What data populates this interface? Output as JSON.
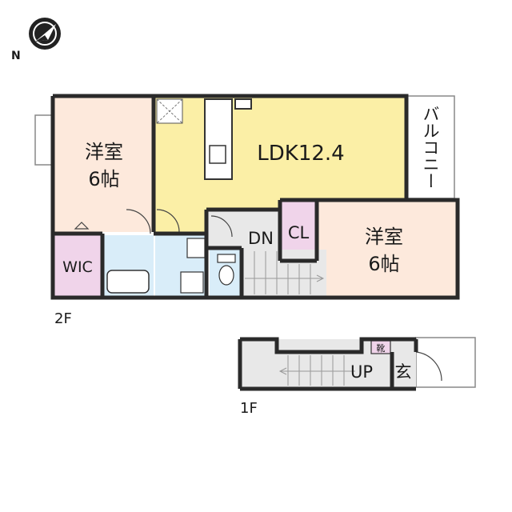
{
  "compass": {
    "north_label": "N"
  },
  "floors": {
    "upper": "2F",
    "lower": "1F"
  },
  "rooms": {
    "ldk": "LDK12.4",
    "bedroom_west_line1": "洋室",
    "bedroom_west_line2": "6帖",
    "bedroom_east_line1": "洋室",
    "bedroom_east_line2": "6帖",
    "wic": "WIC",
    "closet": "CL",
    "stairs_down": "DN",
    "stairs_up": "UP",
    "entrance": "玄",
    "shoe_box": "靴",
    "balcony": "バルコニー"
  },
  "colors": {
    "ldk": "#fbefa6",
    "bedroom": "#fde9dc",
    "storage": "#f0d4ea",
    "wet_area": "#d9edf9",
    "corridor": "#e8e8e8",
    "wall": "#2a2a2a"
  }
}
